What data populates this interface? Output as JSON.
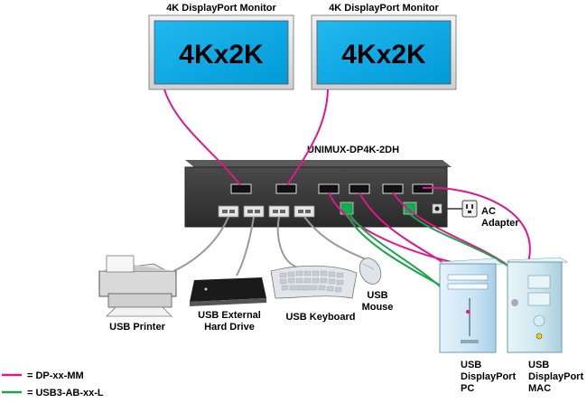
{
  "monitors": [
    {
      "label": "4K DisplayPort Monitor",
      "screen_text": "4Kx2K"
    },
    {
      "label": "4K DisplayPort Monitor",
      "screen_text": "4Kx2K"
    }
  ],
  "device_name": "UNIMUX-DP4K-2DH",
  "ac_adapter": {
    "line1": "AC",
    "line2": "Adapter"
  },
  "peripherals": {
    "printer": "USB Printer",
    "hard_drive": {
      "line1": "USB External",
      "line2": "Hard Drive"
    },
    "keyboard": "USB Keyboard",
    "mouse": {
      "line1": "USB",
      "line2": "Mouse"
    }
  },
  "computers": {
    "pc": {
      "line1": "USB",
      "line2": "DisplayPort",
      "line3": "PC"
    },
    "mac": {
      "line1": "USB",
      "line2": "DisplayPort",
      "line3": "MAC"
    }
  },
  "legend": [
    {
      "label": "= DP-xx-MM",
      "color": "#e0168c"
    },
    {
      "label": "= USB3-AB-xx-L",
      "color": "#1aa54a"
    }
  ],
  "colors": {
    "dp_cable": "#e0168c",
    "usb_cable": "#1aa54a",
    "usb_gray": "#9a9a9a",
    "screen": "#00aeef",
    "switch_body": "#3a3a3a",
    "tower_pc": "#cfe8f7",
    "tower_mac": "#d6ecf2"
  }
}
